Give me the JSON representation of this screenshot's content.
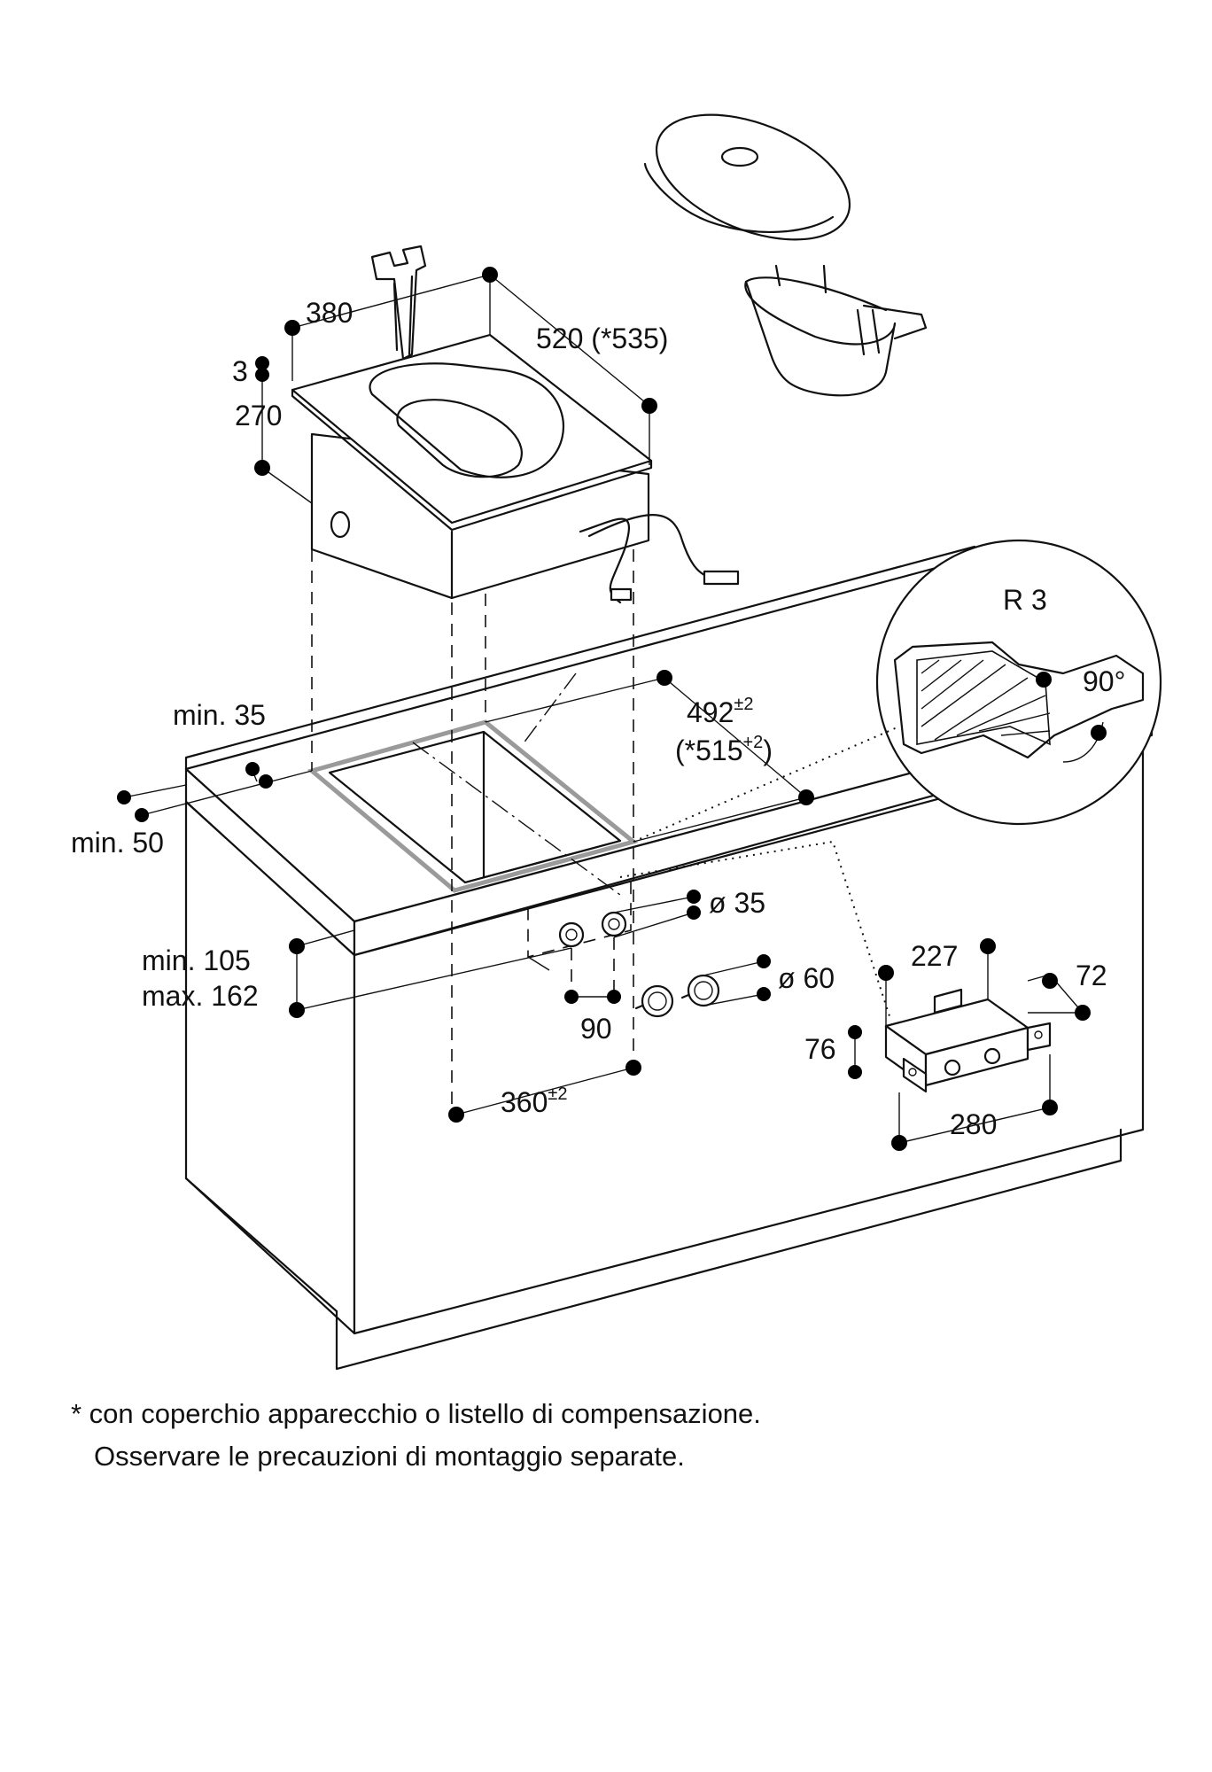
{
  "dimensions": {
    "depth_380": "380",
    "top_thickness": "3",
    "height_270": "270",
    "width_520": "520 (*535)",
    "cutout_492": "492",
    "cutout_492_tol": "±2",
    "cutout_515": "(*515",
    "cutout_515_tol": "+2",
    "cutout_515_close": ")",
    "edge_min_35": "min. 35",
    "edge_min_50": "min. 50",
    "front_min_105": "min. 105",
    "front_max_162": "max. 162",
    "hole_dia_35": "ø 35",
    "knob_dia_60": "ø 60",
    "knob_spacing_90": "90",
    "cutout_360": "360",
    "cutout_360_tol": "±2",
    "box_227": "227",
    "box_72": "72",
    "box_76": "76",
    "box_280": "280"
  },
  "detail": {
    "radius": "R 3",
    "angle": "90°"
  },
  "footnote": {
    "line1": "* con coperchio apparecchio o listello di compensazione.",
    "line2": "Osservare le precauzioni di montaggio separate."
  }
}
